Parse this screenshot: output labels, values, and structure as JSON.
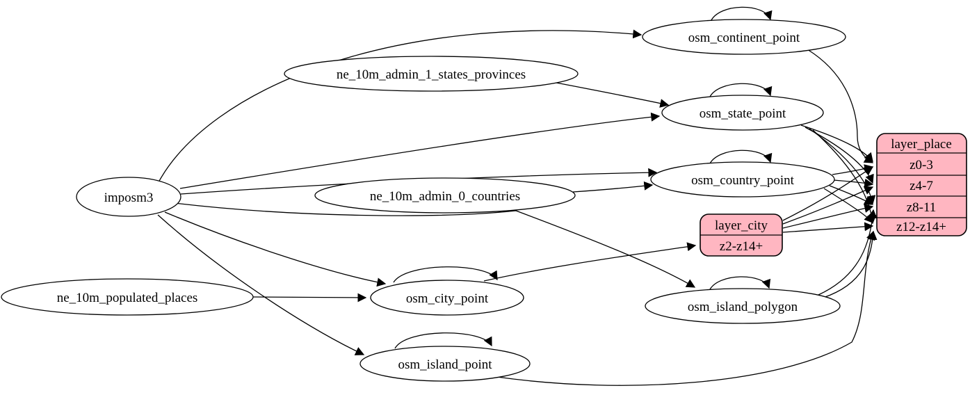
{
  "diagram": {
    "type": "etl-dependency-graph",
    "colors": {
      "record_fill": "#ffb6c1",
      "node_fill": "#ffffff",
      "stroke": "#000000"
    },
    "nodes": {
      "imposm3": "imposm3",
      "osm_continent_point": "osm_continent_point",
      "ne_10m_admin_1_states_provinces": "ne_10m_admin_1_states_provinces",
      "osm_state_point": "osm_state_point",
      "osm_country_point": "osm_country_point",
      "ne_10m_admin_0_countries": "ne_10m_admin_0_countries",
      "ne_10m_populated_places": "ne_10m_populated_places",
      "osm_city_point": "osm_city_point",
      "osm_island_polygon": "osm_island_polygon",
      "osm_island_point": "osm_island_point"
    },
    "records": {
      "layer_city": {
        "header": "layer_city",
        "rows": [
          "z2-z14+"
        ]
      },
      "layer_place": {
        "header": "layer_place",
        "rows": [
          "z0-3",
          "z4-7",
          "z8-11",
          "z12-z14+"
        ]
      }
    },
    "edges": [
      {
        "from": "imposm3",
        "to": "osm_continent_point"
      },
      {
        "from": "imposm3",
        "to": "osm_state_point"
      },
      {
        "from": "imposm3",
        "to": "osm_country_point"
      },
      {
        "from": "imposm3",
        "to": "osm_city_point"
      },
      {
        "from": "imposm3",
        "to": "osm_island_polygon"
      },
      {
        "from": "imposm3",
        "to": "osm_island_point"
      },
      {
        "from": "ne_10m_admin_1_states_provinces",
        "to": "osm_state_point"
      },
      {
        "from": "ne_10m_admin_0_countries",
        "to": "osm_country_point"
      },
      {
        "from": "ne_10m_populated_places",
        "to": "osm_city_point"
      },
      {
        "from": "osm_continent_point",
        "to": "osm_continent_point"
      },
      {
        "from": "osm_state_point",
        "to": "osm_state_point"
      },
      {
        "from": "osm_country_point",
        "to": "osm_country_point"
      },
      {
        "from": "osm_city_point",
        "to": "osm_city_point"
      },
      {
        "from": "osm_island_polygon",
        "to": "osm_island_polygon"
      },
      {
        "from": "osm_island_point",
        "to": "osm_island_point"
      },
      {
        "from": "osm_city_point",
        "to": "layer_city",
        "port": "z2-z14+"
      },
      {
        "from": "osm_continent_point",
        "to": "layer_place",
        "port": "z0-3"
      },
      {
        "from": "osm_state_point",
        "to": "layer_place",
        "port": "z0-3"
      },
      {
        "from": "osm_state_point",
        "to": "layer_place",
        "port": "z4-7"
      },
      {
        "from": "osm_state_point",
        "to": "layer_place",
        "port": "z8-11"
      },
      {
        "from": "osm_state_point",
        "to": "layer_place",
        "port": "z12-z14+"
      },
      {
        "from": "osm_country_point",
        "to": "layer_place",
        "port": "z0-3"
      },
      {
        "from": "osm_country_point",
        "to": "layer_place",
        "port": "z4-7"
      },
      {
        "from": "osm_country_point",
        "to": "layer_place",
        "port": "z8-11"
      },
      {
        "from": "osm_country_point",
        "to": "layer_place",
        "port": "z12-z14+"
      },
      {
        "from": "layer_city",
        "to": "layer_place",
        "port": "z0-3"
      },
      {
        "from": "layer_city",
        "to": "layer_place",
        "port": "z4-7"
      },
      {
        "from": "layer_city",
        "to": "layer_place",
        "port": "z8-11"
      },
      {
        "from": "layer_city",
        "to": "layer_place",
        "port": "z12-z14+"
      },
      {
        "from": "osm_island_polygon",
        "to": "layer_place",
        "port": "z8-11"
      },
      {
        "from": "osm_island_polygon",
        "to": "layer_place",
        "port": "z12-z14+"
      },
      {
        "from": "osm_island_point",
        "to": "layer_place",
        "port": "z12-z14+"
      }
    ]
  }
}
